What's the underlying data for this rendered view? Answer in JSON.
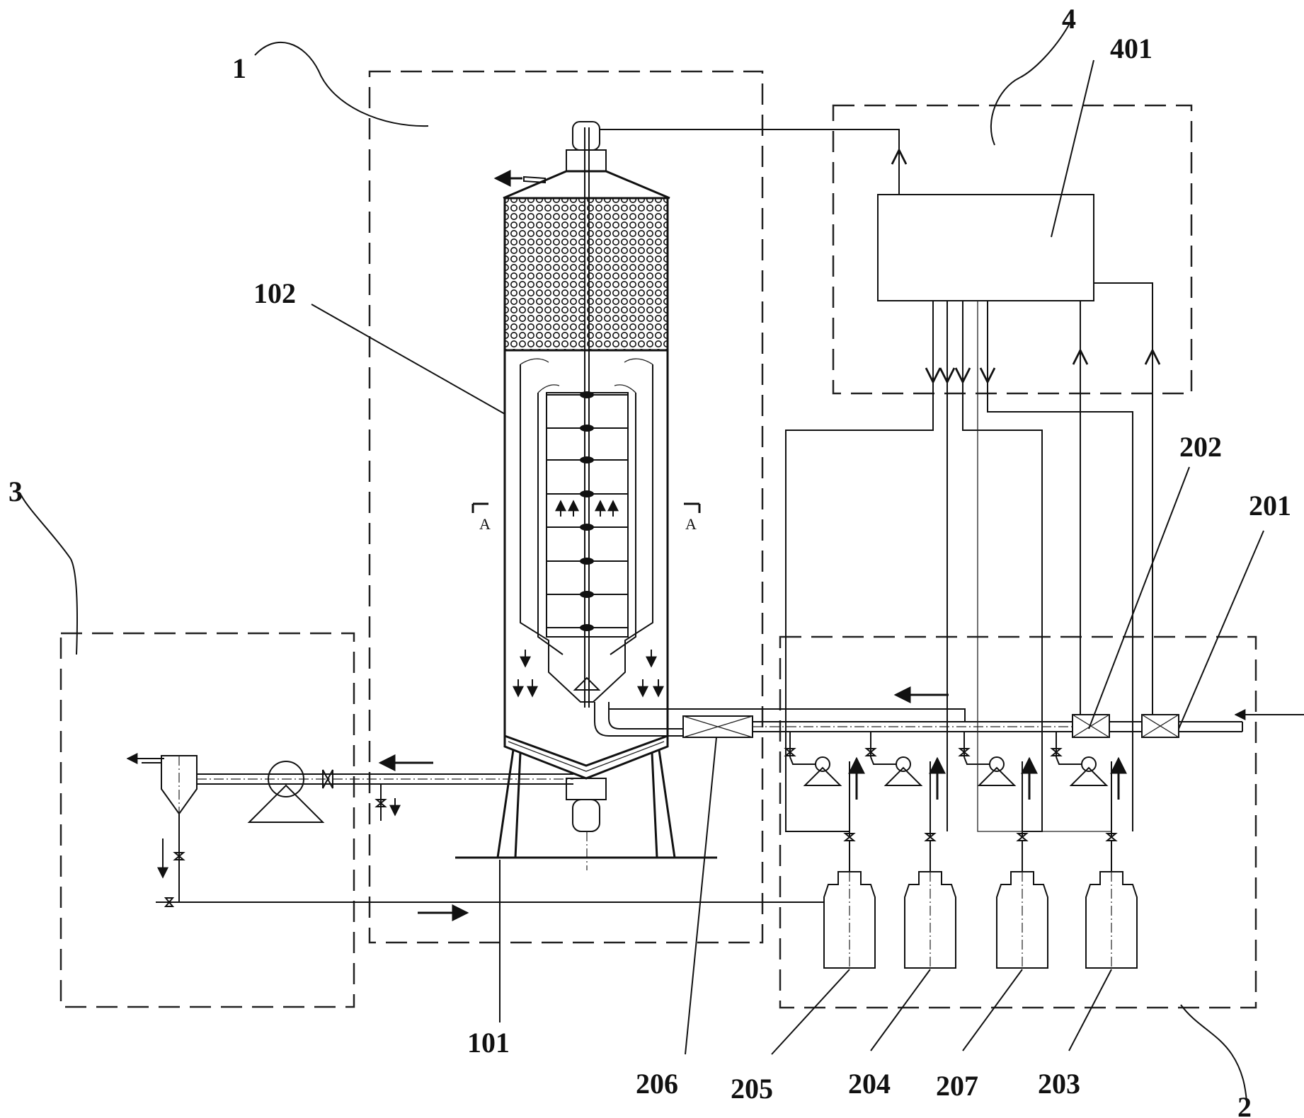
{
  "figure": {
    "labels": {
      "reactor_system": "1",
      "dosing_system": "2",
      "sludge_system": "3",
      "control_system": "4",
      "reactor_shell": "101",
      "three_phase_separator": "102",
      "flowmeter_inlet": "201",
      "sensor_inlet": "202",
      "tank_203": "203",
      "tank_204": "204",
      "tank_205": "205",
      "mixer_206": "206",
      "tank_207": "207",
      "controller": "401"
    },
    "section_marks": {
      "left": "A",
      "right": "A"
    }
  }
}
